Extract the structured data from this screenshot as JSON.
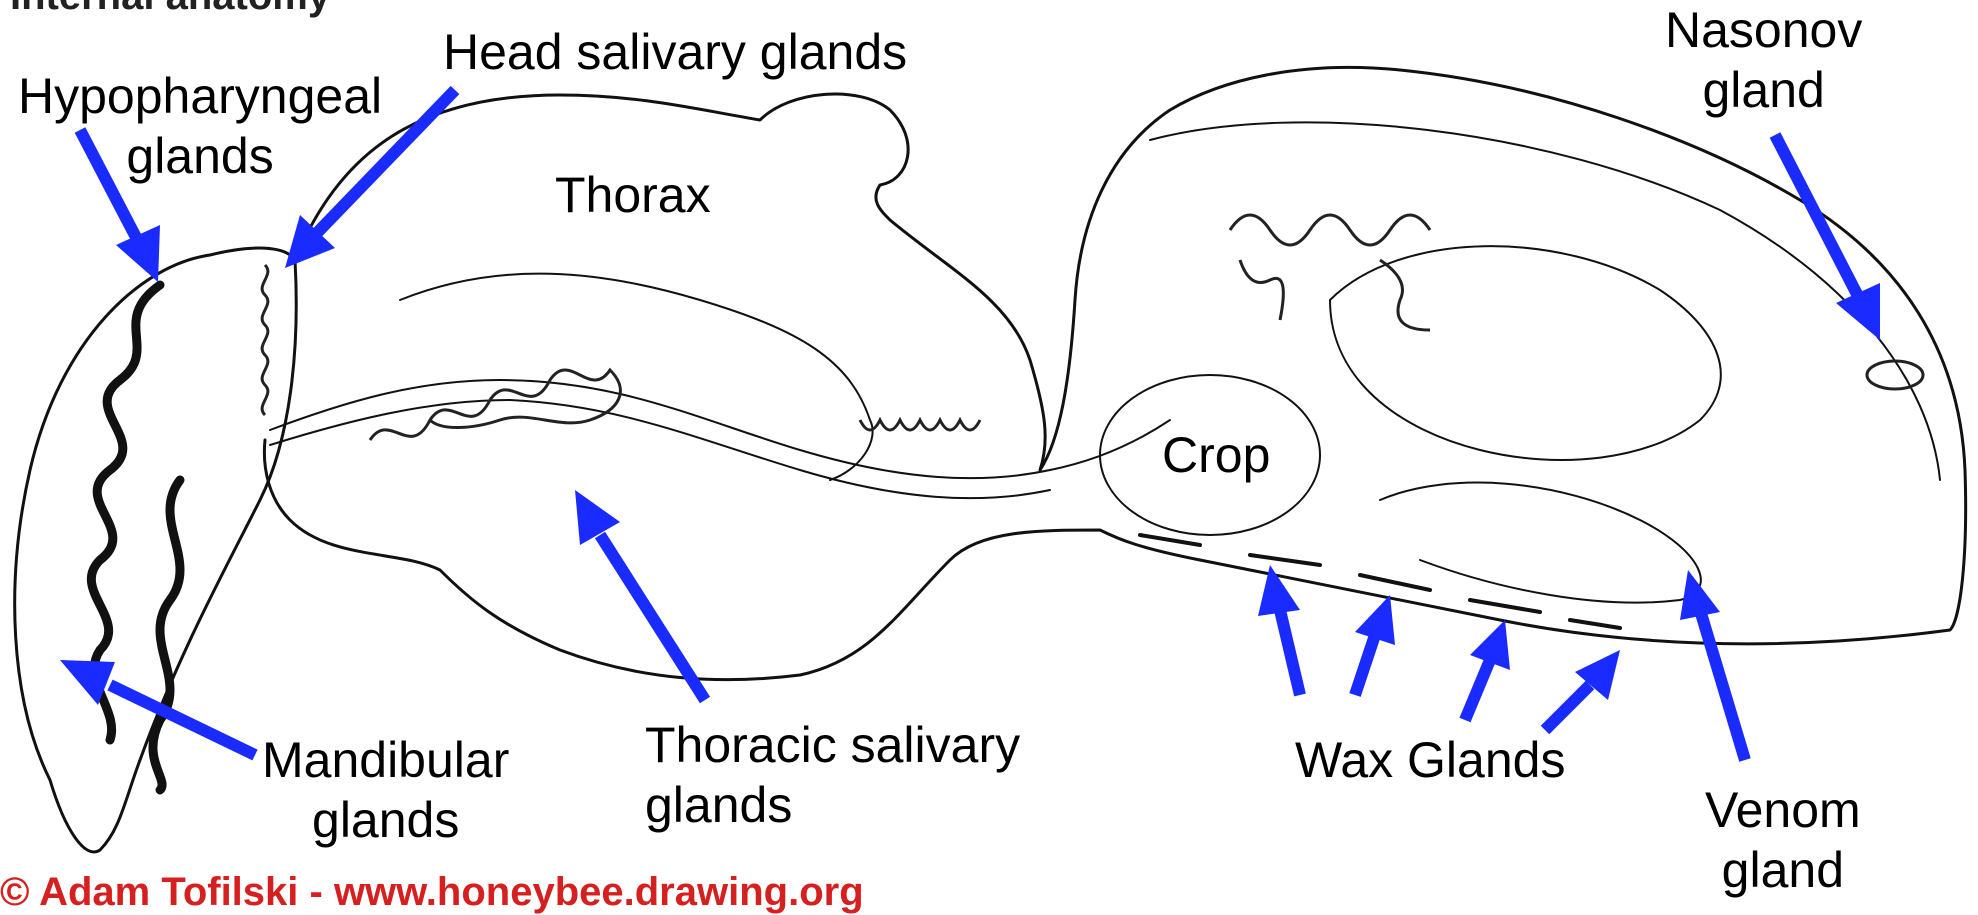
{
  "heading": "Internal anatomy",
  "credit": "© Adam Tofilski - www.honeybee.drawing.org",
  "colors": {
    "arrow": "#1a2bff",
    "outline": "#111111",
    "credit": "#d62020"
  },
  "labels": {
    "hypopharyngeal": [
      "Hypopharyngeal",
      "glands"
    ],
    "head_salivary": "Head salivary glands",
    "thorax": "Thorax",
    "nasonov": [
      "Nasonov",
      "gland"
    ],
    "crop": "Crop",
    "mandibular": [
      "Mandibular",
      "glands"
    ],
    "thoracic_salivary": [
      "Thoracic salivary",
      "glands"
    ],
    "wax": "Wax Glands",
    "venom": [
      "Venom",
      "gland"
    ]
  }
}
